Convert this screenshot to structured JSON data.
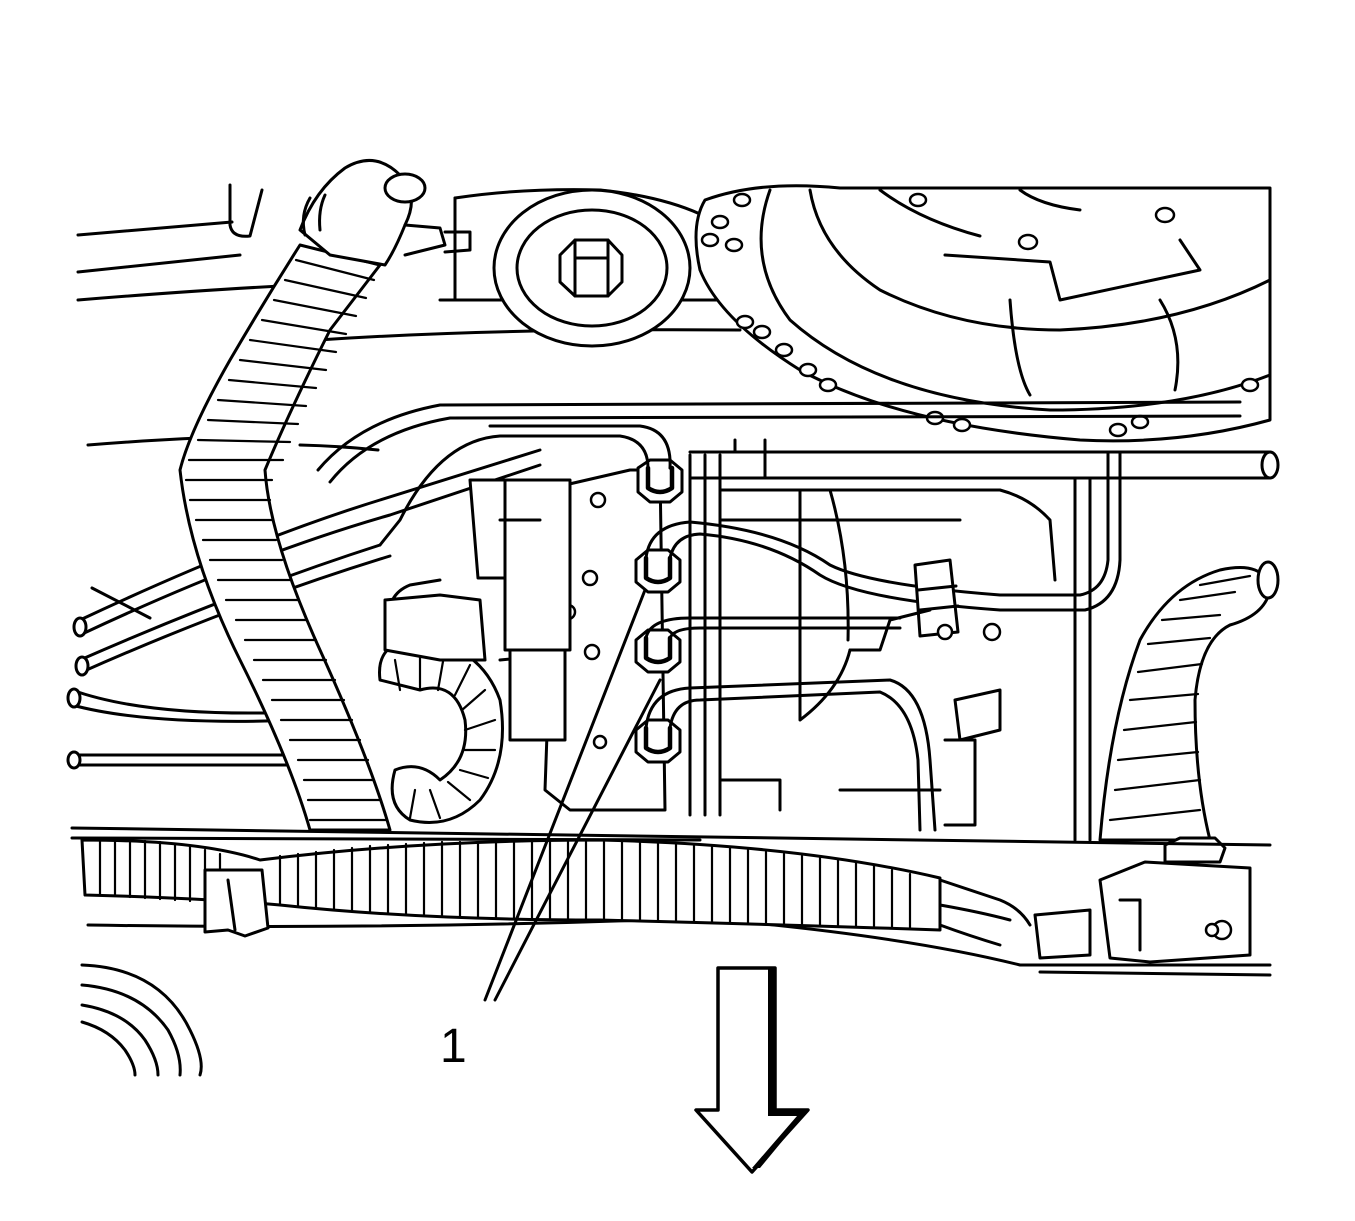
{
  "figure": {
    "callout_label": "1",
    "part_names": [
      "brake-pipe-fittings",
      "brake-pipes",
      "wiring-harness",
      "flywheel",
      "crankshaft-pulley-bolt",
      "hose"
    ],
    "direction_arrow": "down-arrow-icon"
  }
}
